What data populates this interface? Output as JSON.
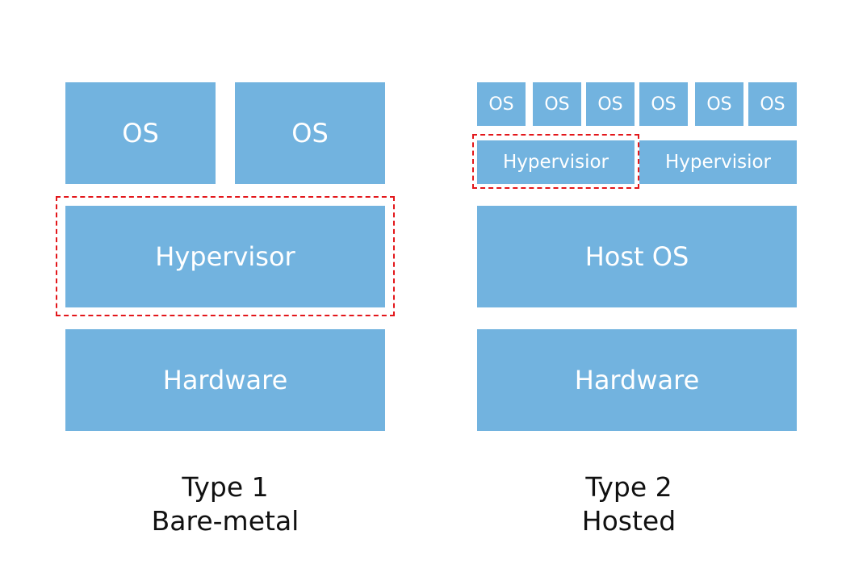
{
  "type1": {
    "os_left": "OS",
    "os_right": "OS",
    "hypervisor": "Hypervisor",
    "hardware": "Hardware",
    "caption_line1": "Type 1",
    "caption_line2": "Bare-metal"
  },
  "type2": {
    "os": [
      "OS",
      "OS",
      "OS",
      "OS",
      "OS",
      "OS"
    ],
    "hypervisor_left": "Hypervisior",
    "hypervisor_right": "Hypervisior",
    "host_os": "Host OS",
    "hardware": "Hardware",
    "caption_line1": "Type 2",
    "caption_line2": "Hosted"
  },
  "colors": {
    "block_fill": "#72b3df",
    "block_text": "#ffffff",
    "highlight_dash": "#e3171b",
    "caption_text": "#111111"
  }
}
